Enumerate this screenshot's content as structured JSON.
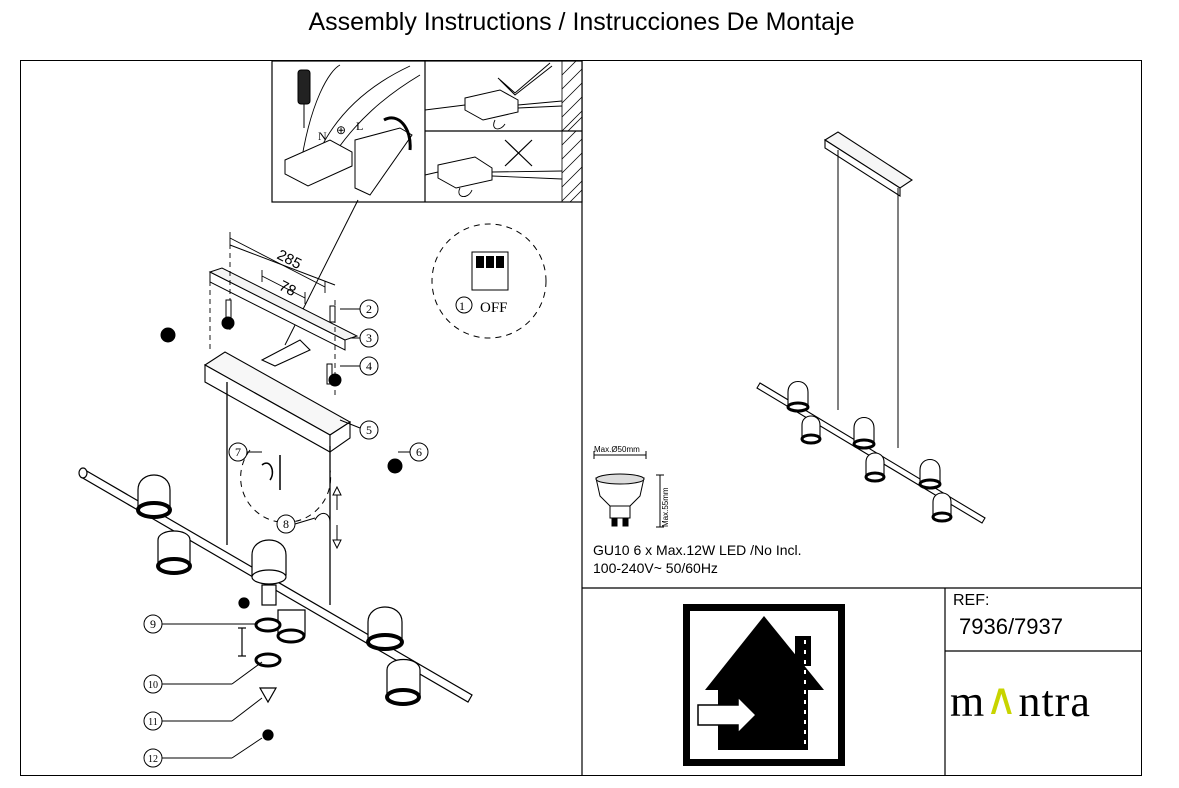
{
  "header": {
    "title": "Assembly Instructions / Instrucciones De Montaje"
  },
  "dimensions": {
    "width_a": "285",
    "width_b": "78"
  },
  "power": {
    "step": "1",
    "label": "OFF"
  },
  "callouts": [
    "2",
    "3",
    "4",
    "5",
    "6",
    "7",
    "8",
    "9",
    "10",
    "11",
    "12"
  ],
  "bulb": {
    "diameter": "Max.Ø50mm",
    "height": "Max.55mm"
  },
  "specs": {
    "line1": "GU10  6 x Max.12W LED /No Incl.",
    "line2": "100-240V~  50/60Hz"
  },
  "reference": {
    "label": "REF:",
    "value": "7936/7937"
  },
  "brand": {
    "part1": "m",
    "accent": "∧",
    "part2": "ntra",
    "accent_color": "#c8d400"
  }
}
